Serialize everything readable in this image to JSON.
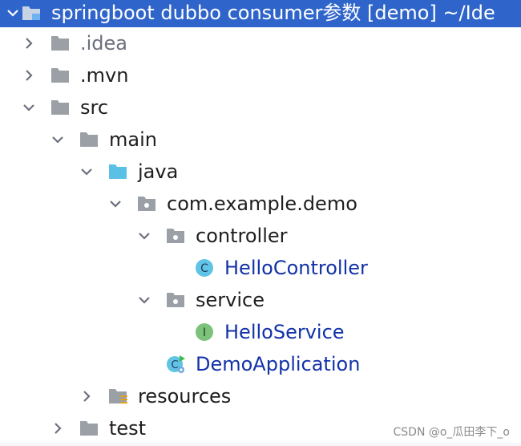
{
  "project": {
    "title": "springboot dubbo consumer参数 [demo]  ~/Ide"
  },
  "tree": {
    "idea": ".idea",
    "mvn": ".mvn",
    "src": "src",
    "main": "main",
    "java": "java",
    "package": "com.example.demo",
    "controller": "controller",
    "hello_controller": "HelloController",
    "service": "service",
    "hello_service": "HelloService",
    "demo_application": "DemoApplication",
    "resources": "resources",
    "test": "test"
  },
  "icons": {
    "class_badge": "C",
    "interface_badge": "I",
    "app_badge": "C"
  },
  "colors": {
    "selection": "#2f65ca",
    "folder": "#9aa0a6",
    "source_folder": "#5bc0e6",
    "class_circle": "#61c3e6",
    "interface_circle": "#7cc27a",
    "class_text": "#1232a8"
  },
  "watermark": "CSDN @o_瓜田李下_o"
}
